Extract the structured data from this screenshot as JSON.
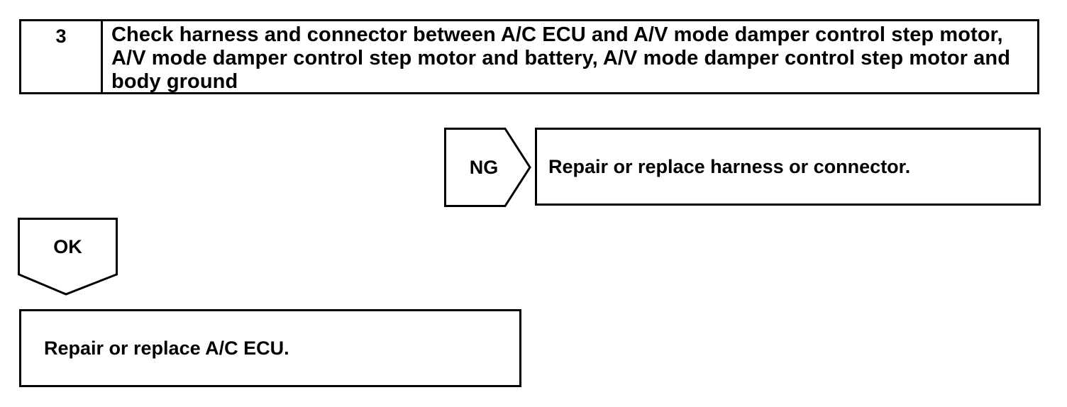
{
  "step": {
    "number": "3",
    "text": "Check harness and connector between A/C ECU and A/V mode damper control step motor, A/V mode damper control step motor and battery, A/V mode damper control step motor and body ground"
  },
  "ng_branch": {
    "label": "NG",
    "result": "Repair or replace harness or connector."
  },
  "ok_branch": {
    "label": "OK",
    "result": "Repair or replace A/C ECU."
  }
}
